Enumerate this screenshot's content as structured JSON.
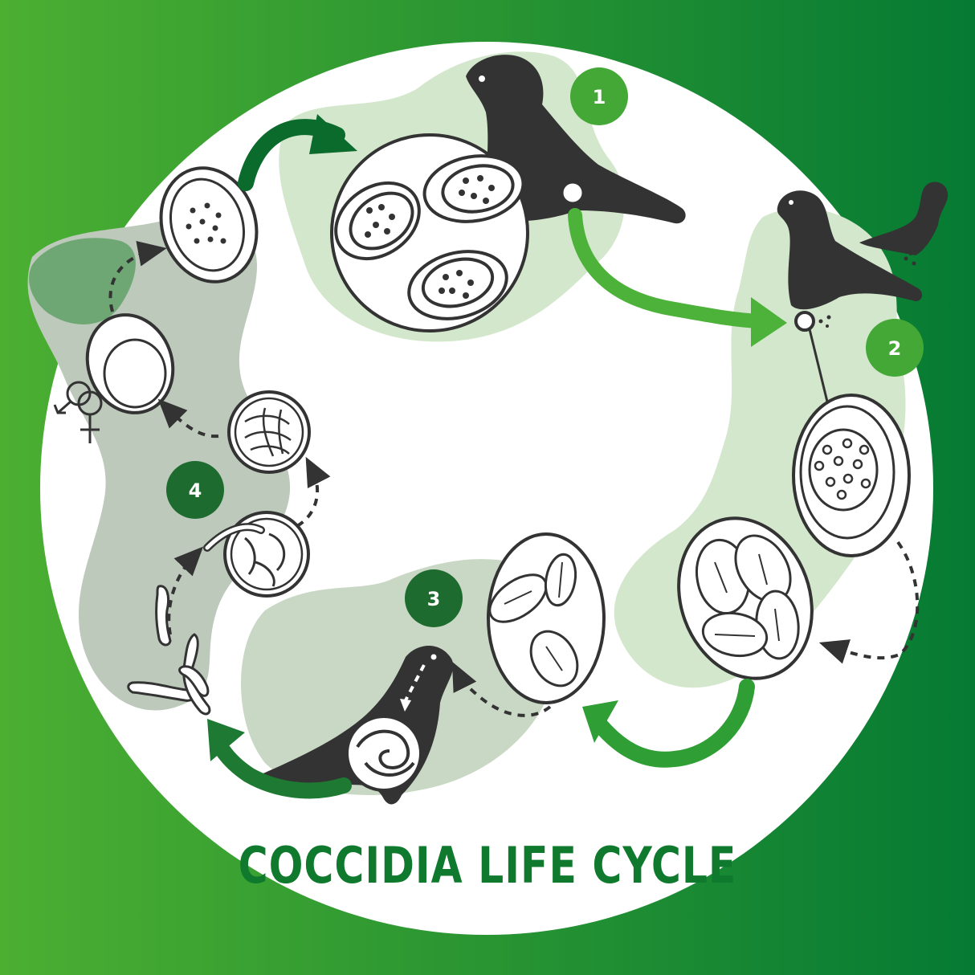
{
  "title": "COCCIDIA LIFE CYCLE",
  "colors": {
    "bg_light": "#4caf32",
    "bg_dark": "#057a33",
    "circle": "#ffffff",
    "blob_light": "#d3e7cc",
    "blob_grey": "#bcc9bb",
    "bird": "#333333",
    "arrow_dark": "#0b6b2c",
    "arrow_mid": "#2f9e35",
    "arrow_light": "#4db23a",
    "badge_light": "#43a835",
    "badge_dark": "#1e6b2f"
  },
  "steps": [
    {
      "number": "1"
    },
    {
      "number": "2"
    },
    {
      "number": "3"
    },
    {
      "number": "4"
    }
  ],
  "icons": {
    "sex_symbols": "male-female-icon"
  }
}
